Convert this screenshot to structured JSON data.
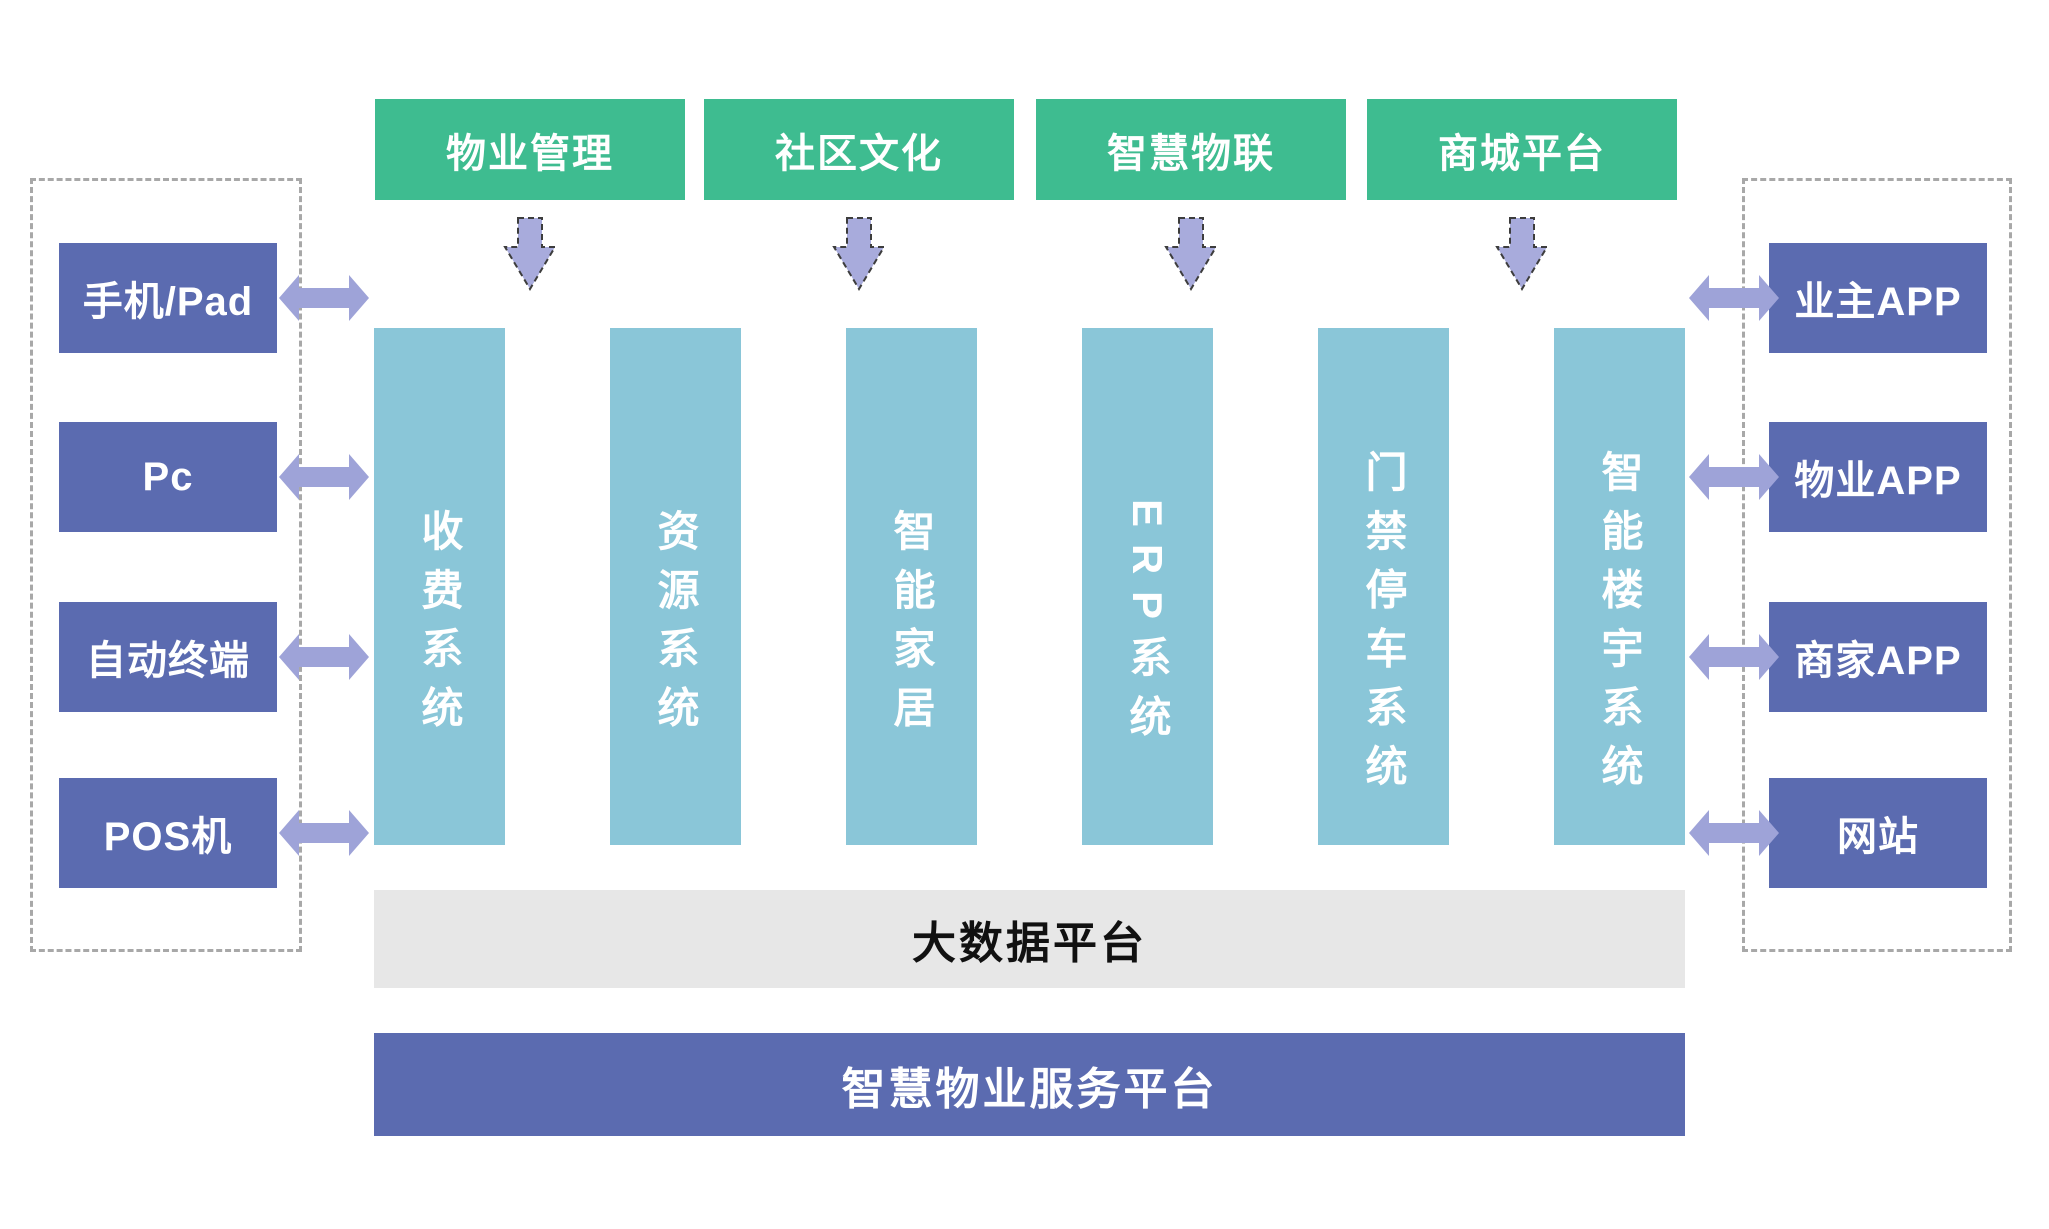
{
  "colors": {
    "green": "#3EBC90",
    "purple": "#5B6BB0",
    "teal": "#8AC6D8",
    "arrow": "#9EA3D8",
    "down_arrow": "#A8ABDC",
    "gray_bar": "#E7E7E7",
    "dashed_border": "#A8A8A8",
    "bar_text_dark": "#111111"
  },
  "top_modules": [
    "物业管理",
    "社区文化",
    "智慧物联",
    "商城平台"
  ],
  "left_devices": [
    "手机/Pad",
    "Pc",
    "自动终端",
    "POS机"
  ],
  "systems": [
    "收费系统",
    "资源系统",
    "智能家居",
    "ERP系统",
    "门禁停车系统",
    "智能楼宇系统"
  ],
  "right_apps": [
    "业主APP",
    "物业APP",
    "商家APP",
    "网站"
  ],
  "platforms": {
    "big_data": "大数据平台",
    "service": "智慧物业服务平台"
  }
}
